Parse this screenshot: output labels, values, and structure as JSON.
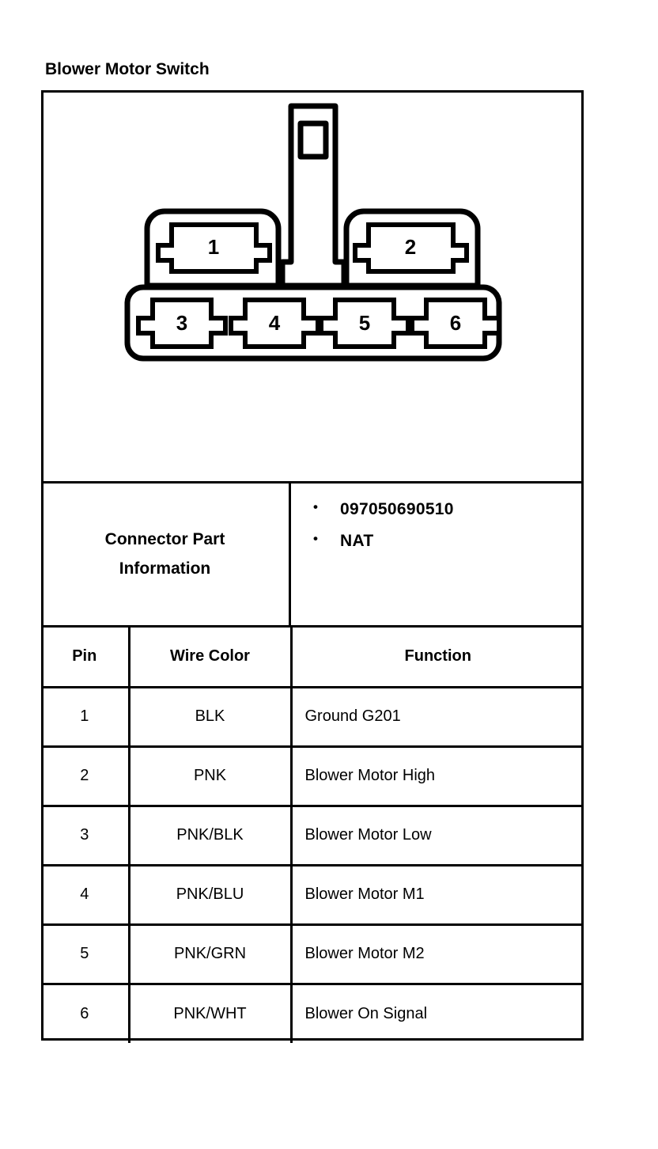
{
  "title": "Blower Motor Switch",
  "connector_diagram": {
    "name": "connector-face-view",
    "cavity_labels": [
      "1",
      "2",
      "3",
      "4",
      "5",
      "6"
    ],
    "upper_row_pins": [
      "1",
      "2"
    ],
    "lower_row_pins": [
      "3",
      "4",
      "5",
      "6"
    ],
    "locking_tab": "latch-window",
    "line_color": "#000000",
    "fill_color": "#ffffff"
  },
  "connector_part_information": {
    "label_line1": "Connector Part",
    "label_line2": "Information",
    "bullet_mark": "•",
    "items": [
      "097050690510",
      "NAT"
    ]
  },
  "pin_table": {
    "headers": [
      "Pin",
      "Wire Color",
      "Function"
    ],
    "rows": [
      {
        "pin": "1",
        "wire_color": "BLK",
        "function": "Ground G201"
      },
      {
        "pin": "2",
        "wire_color": "PNK",
        "function": "Blower Motor High"
      },
      {
        "pin": "3",
        "wire_color": "PNK/BLK",
        "function": "Blower Motor Low"
      },
      {
        "pin": "4",
        "wire_color": "PNK/BLU",
        "function": "Blower Motor M1"
      },
      {
        "pin": "5",
        "wire_color": "PNK/GRN",
        "function": "Blower Motor M2"
      },
      {
        "pin": "6",
        "wire_color": "PNK/WHT",
        "function": "Blower On Signal"
      }
    ]
  }
}
